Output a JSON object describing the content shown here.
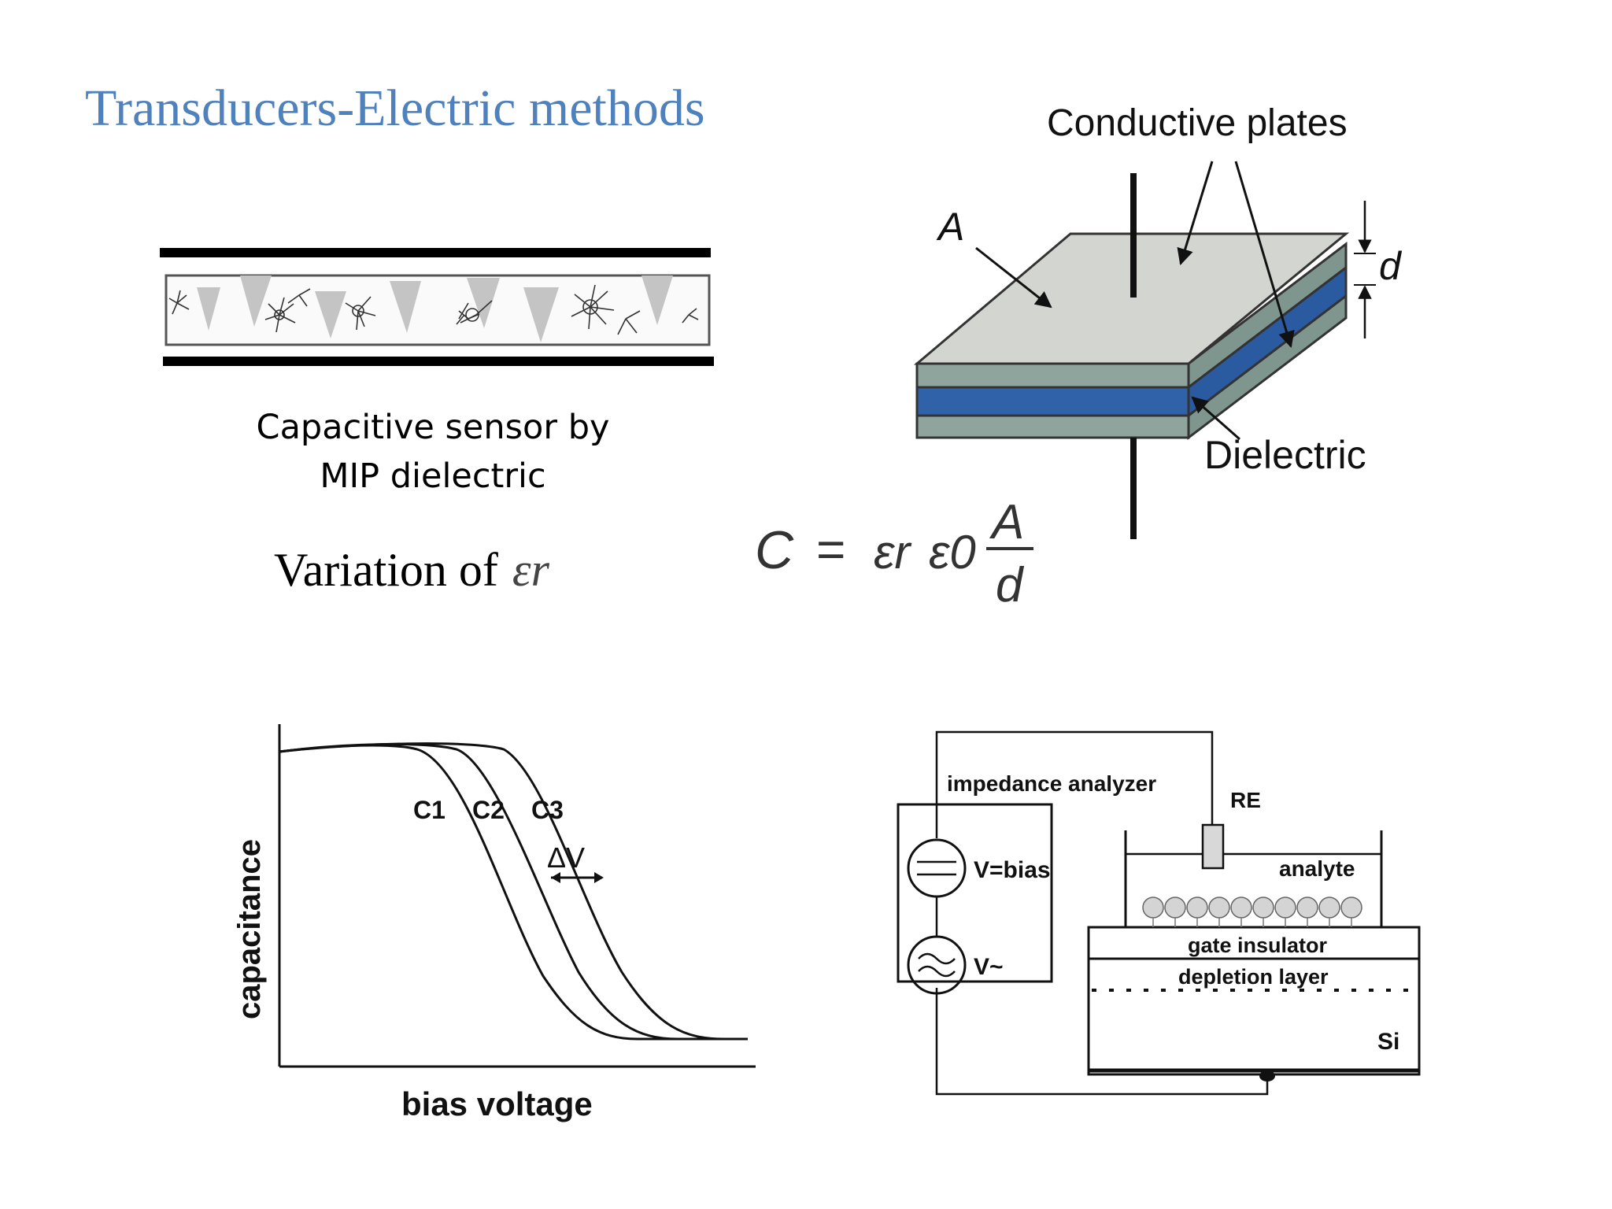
{
  "slide": {
    "title": "Transducers-Electric methods",
    "sensor_caption_line1": "Capacitive sensor by",
    "sensor_caption_line2": "MIP dielectric",
    "variation_text": "Variation of",
    "variation_symbol": "εr"
  },
  "capacitor": {
    "label_plates": "Conductive plates",
    "label_area": "A",
    "label_distance": "d",
    "label_dielectric": "Dielectric",
    "plate_color": "#d3d6d0",
    "plate_side_color": "#8fa49c",
    "dielectric_color": "#2f62a8"
  },
  "formula": {
    "lhs": "C",
    "eq": "=",
    "eps_r": "εr",
    "eps_0": "ε0",
    "numerator": "A",
    "denominator": "d"
  },
  "cv_plot": {
    "ylabel": "capacitance",
    "xlabel": "bias voltage",
    "curve_labels": [
      "C1",
      "C2",
      "C3"
    ],
    "delta_label": "ΔV"
  },
  "circuit": {
    "label_analyzer": "impedance analyzer",
    "label_re": "RE",
    "label_vbias": "V=bias",
    "label_vac": "V~",
    "label_analyte": "analyte",
    "label_gate": "gate insulator",
    "label_depletion": "depletion layer",
    "label_si": "Si"
  }
}
